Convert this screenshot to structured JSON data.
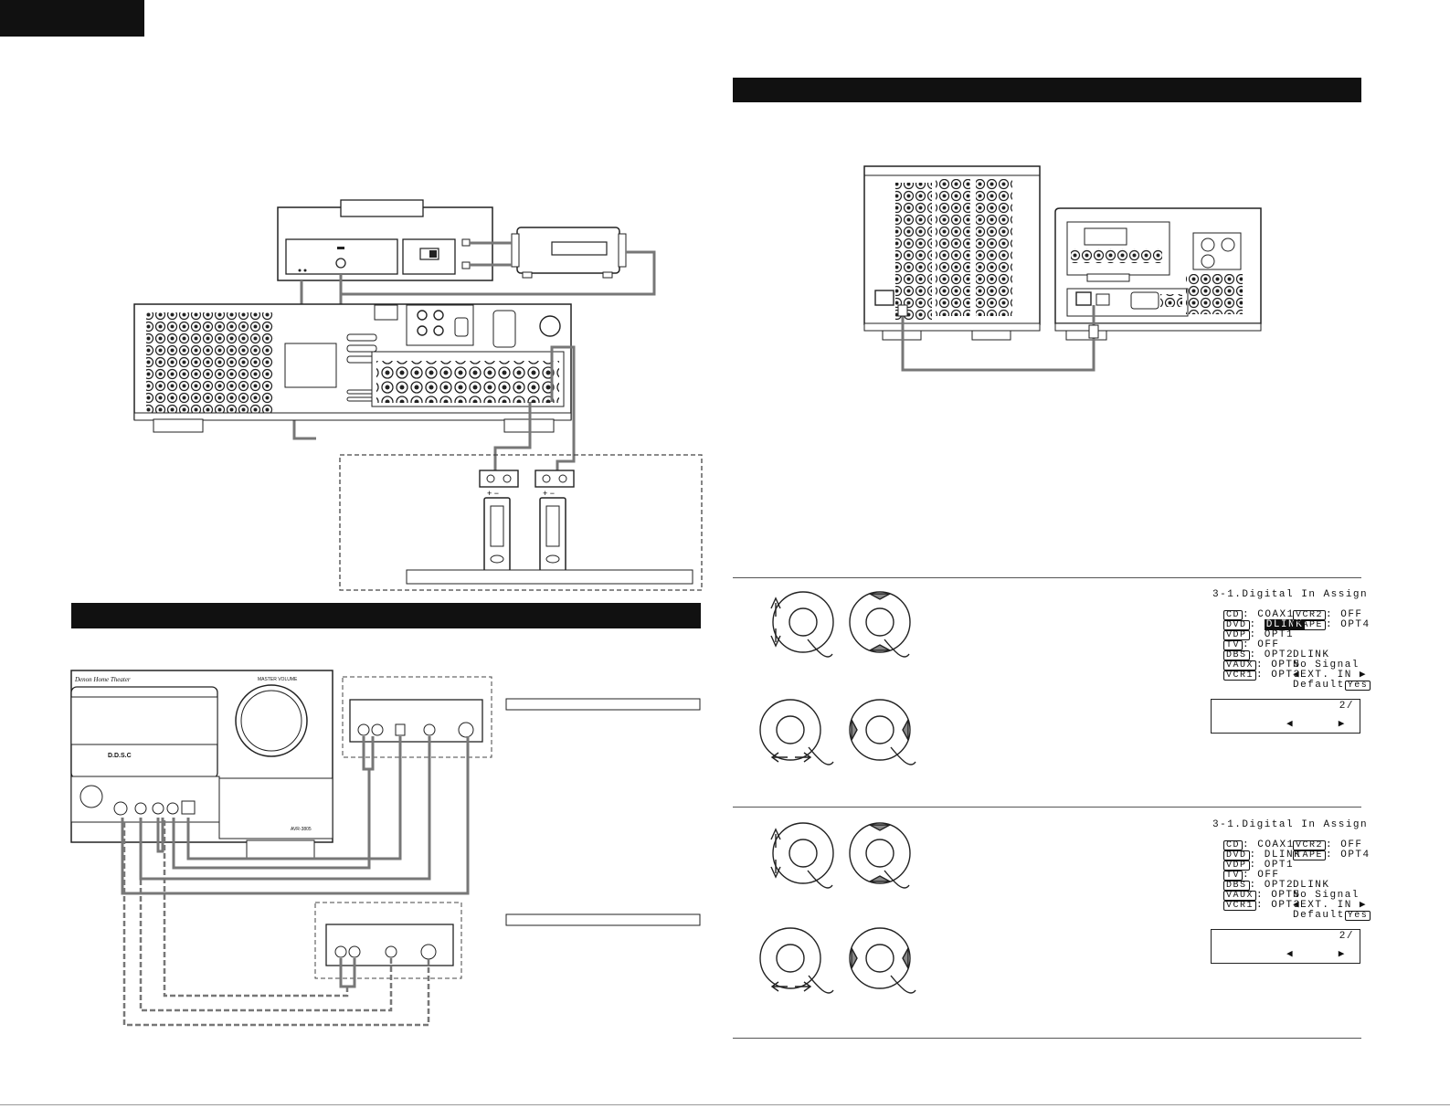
{
  "osd_panels": [
    {
      "title": "3-1.Digital In Assign",
      "rows": [
        {
          "left_tag": "CD",
          "left_val": "COAX1",
          "right_tag": "VCR2",
          "right_val": "OFF"
        },
        {
          "left_tag": "DVD",
          "left_val": "DLINK",
          "right_tag": "TAPE",
          "right_val": "OPT4"
        },
        {
          "left_tag": "VDP",
          "left_val": "OPT1"
        },
        {
          "left_tag": "TV",
          "left_val": "OFF"
        },
        {
          "left_tag": "DBS",
          "left_val": "OPT2",
          "right_val": "DLINK"
        },
        {
          "left_tag": "VAUX",
          "left_val": "OPT5",
          "right_val": "No Signal"
        },
        {
          "left_tag": "VCR1",
          "left_val": "OPT3",
          "right_val": "◀EXT. IN ▶"
        }
      ],
      "default_label": "Default",
      "default_value": "Yes",
      "sub_page": "2/",
      "sub_arrows": "◀      ▶"
    },
    {
      "title": "3-1.Digital In Assign",
      "rows": [
        {
          "left_tag": "CD",
          "left_val": "COAX1",
          "right_tag": "VCR2",
          "right_val": "OFF"
        },
        {
          "left_tag": "DVD",
          "left_val": "DLINK",
          "right_tag": "TAPE",
          "right_val": "OPT4"
        },
        {
          "left_tag": "VDP",
          "left_val": "OPT1"
        },
        {
          "left_tag": "TV",
          "left_val": "OFF"
        },
        {
          "left_tag": "DBS",
          "left_val": "OPT2",
          "right_val": "DLINK"
        },
        {
          "left_tag": "VAUX",
          "left_val": "OPT5",
          "right_val": "No Signal"
        },
        {
          "left_tag": "VCR1",
          "left_val": "OPT3",
          "right_val": "◀EXT. IN ▶"
        }
      ],
      "default_label": "Default",
      "default_value": "Yes",
      "sub_page": "2/",
      "sub_arrows": "◀      ▶"
    }
  ],
  "front_panel": {
    "logo": "Denon Home Theater",
    "master_volume": "MASTER VOLUME",
    "model": "AVR-3805",
    "dsp_badge": "D.D.S.C"
  }
}
